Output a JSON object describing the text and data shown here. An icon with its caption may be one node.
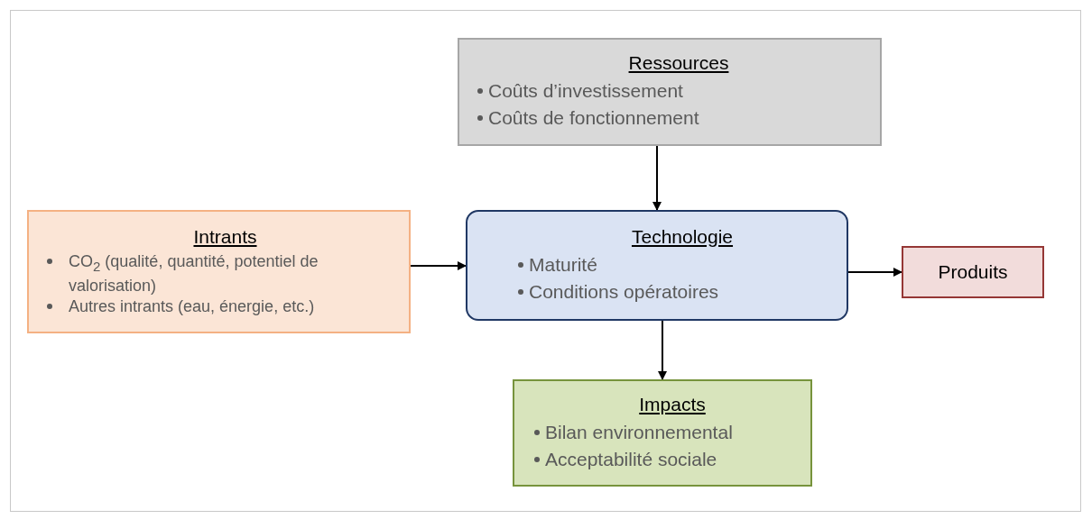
{
  "diagram": {
    "nodes": [
      {
        "text": [
          "Ressources",
          "Coûts d’investissement",
          "Coûts de fonctionnement"
        ]
      },
      {
        "text": [
          "Intrants",
          "CO$_{2}$ (qualité, quantité, potentiel de valorisation)",
          "Autres intrants (eau, énergie, etc.)"
        ]
      },
      {
        "text": [
          "Technologie",
          "Maturité",
          "Conditions opératoires"
        ]
      },
      {
        "text": [
          "Produits"
        ]
      },
      {
        "text": [
          "Impacts",
          "Bilan environnemental",
          "Acceptabilité sociale"
        ]
      }
    ],
    "edges": [
      {
        "from": 0,
        "to": 2,
        "arrow": "to"
      },
      {
        "from": 1,
        "to": 2,
        "arrow": "to"
      },
      {
        "from": 2,
        "to": 3,
        "arrow": "to"
      },
      {
        "from": 2,
        "to": 4,
        "arrow": "to"
      }
    ]
  }
}
